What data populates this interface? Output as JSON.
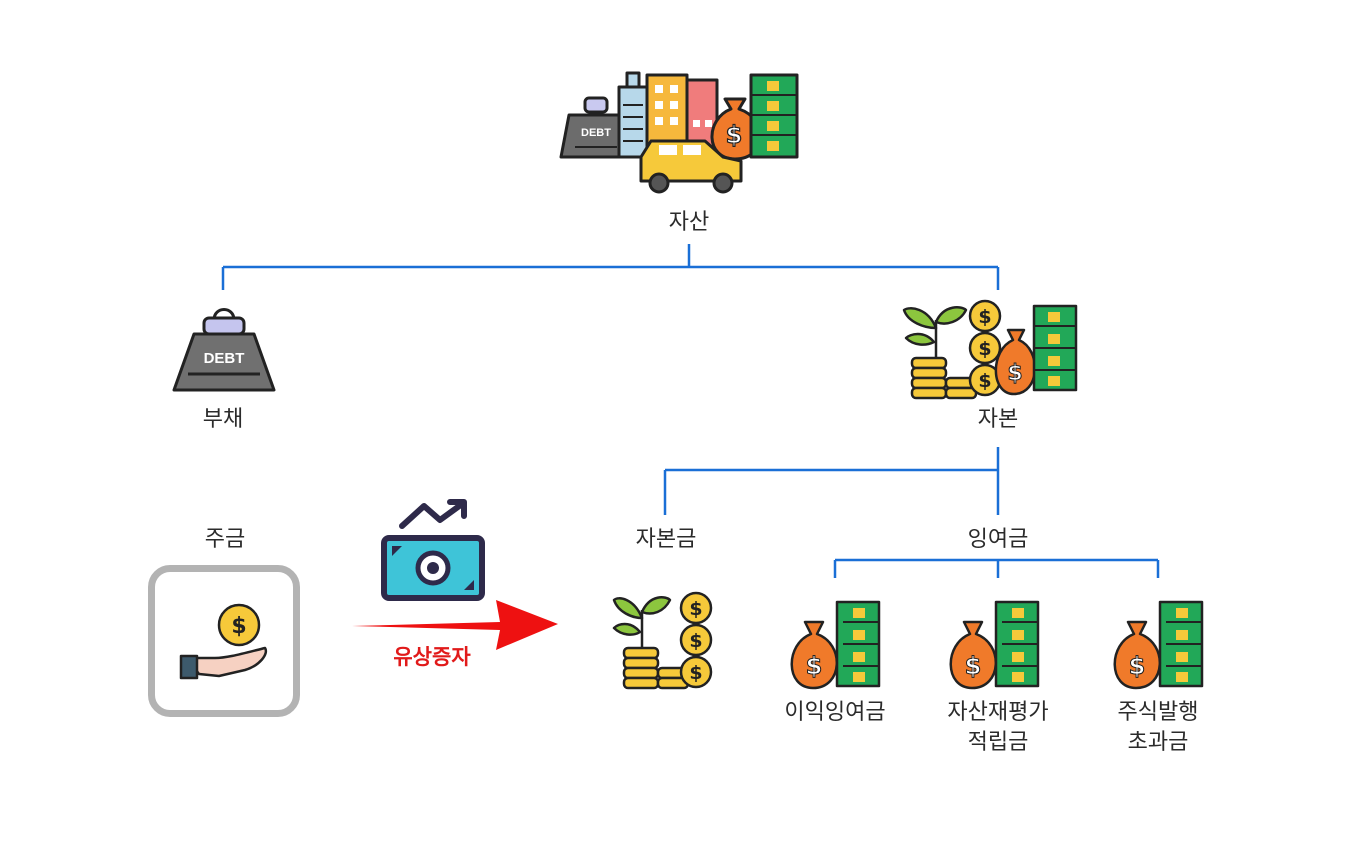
{
  "labels": {
    "assets": "자산",
    "liabilities": "부채",
    "equity": "자본",
    "capital_stock": "자본금",
    "surplus": "잉여금",
    "retained_earnings": "이익잉여금",
    "revaluation_surplus_line1": "자산재평가",
    "revaluation_surplus_line2": "적립금",
    "share_premium_line1": "주식발행",
    "share_premium_line2": "초과금",
    "stock_payment": "주금",
    "paid_in_capital_increase": "유상증자"
  },
  "icon_text": {
    "debt_weight": "DEBT"
  },
  "colors": {
    "connector": "#1a6fd6",
    "arrow": "#ee1111",
    "frame": "#b3b3b3"
  }
}
